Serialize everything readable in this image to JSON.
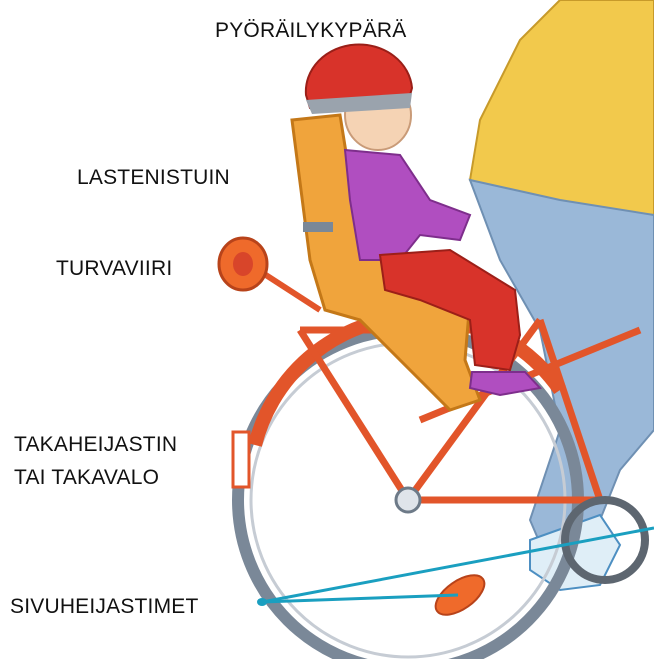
{
  "labels": {
    "helmet": "PYÖRÄILYKYPÄRÄ",
    "child_seat": "LASTENISTUIN",
    "safety_flag": "TURVAVIIRI",
    "rear_reflector_line1": "TAKAHEIJASTIN",
    "rear_reflector_line2": "TAI  TAKAVALO",
    "side_reflectors": "SIVUHEIJASTIMET"
  },
  "colors": {
    "frame": "#e2552a",
    "seat": "#f0a43c",
    "jacket": "#f2c94c",
    "jeans": "#9ab8d8",
    "child_jacket": "#b04ec0",
    "child_pants": "#d8332a",
    "helmet": "#d8332a",
    "pointer_line": "#1a9fc0"
  }
}
